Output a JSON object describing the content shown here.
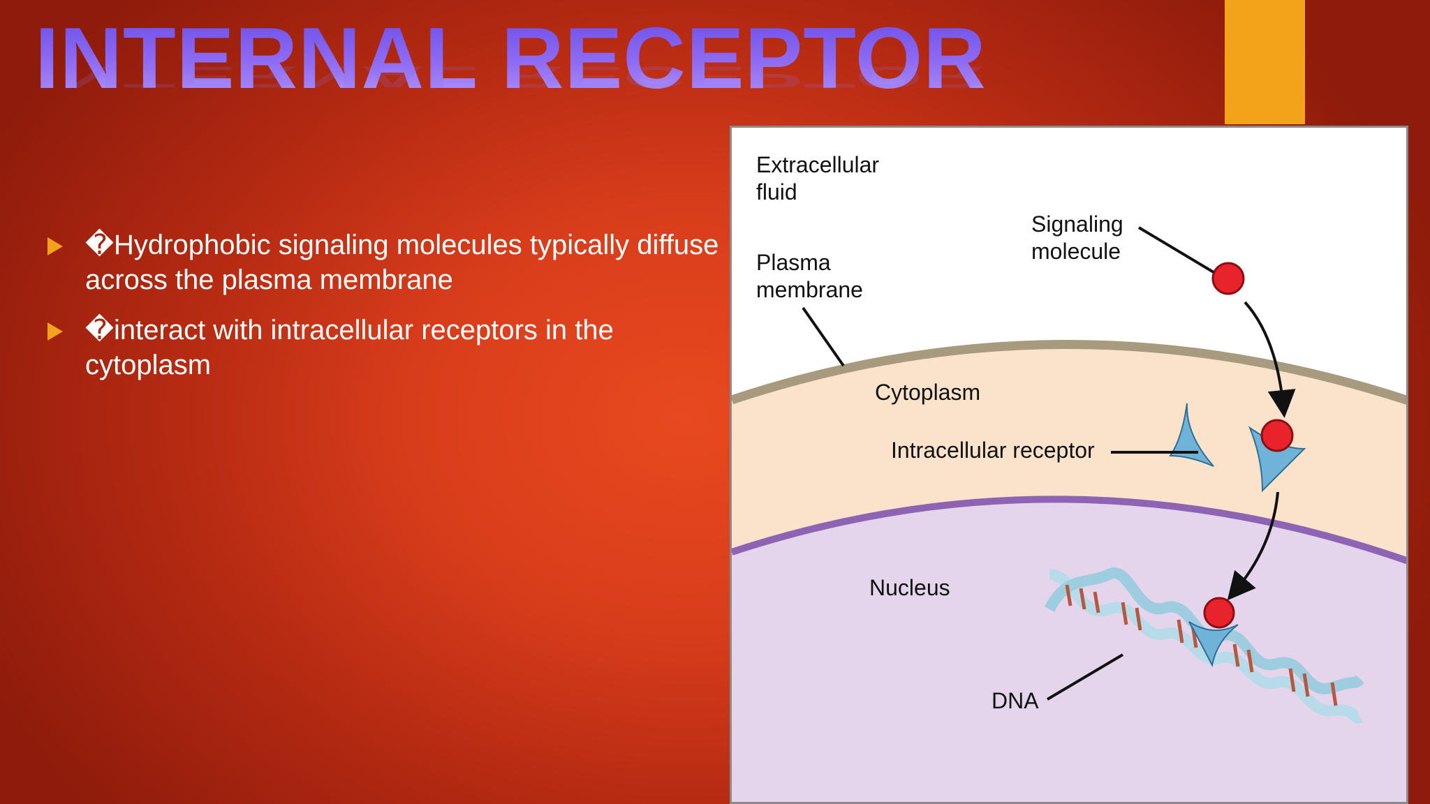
{
  "slide": {
    "title": "INTERNAL RECEPTOR",
    "bullets": [
      "�Hydrophobic signaling molecules typically diffuse across the plasma membrane",
      "�interact with intracellular receptors in the cytoplasm"
    ]
  },
  "diagram": {
    "labels": {
      "extracellular": "Extracellular\nfluid",
      "plasma_membrane": "Plasma\nmembrane",
      "signaling_molecule": "Signaling\nmolecule",
      "cytoplasm": "Cytoplasm",
      "intracellular_receptor": "Intracellular receptor",
      "nucleus": "Nucleus",
      "dna": "DNA"
    },
    "colors": {
      "accent": "#f2a31a",
      "membrane": "#a89a7e",
      "cytoplasm": "#fbe3cb",
      "nuclear_envelope": "#8e63b4",
      "nucleus": "#e5d5ec",
      "receptor": "#6fb4d8",
      "ligand": "#e8232b",
      "dna": "#b8dbe9"
    }
  }
}
